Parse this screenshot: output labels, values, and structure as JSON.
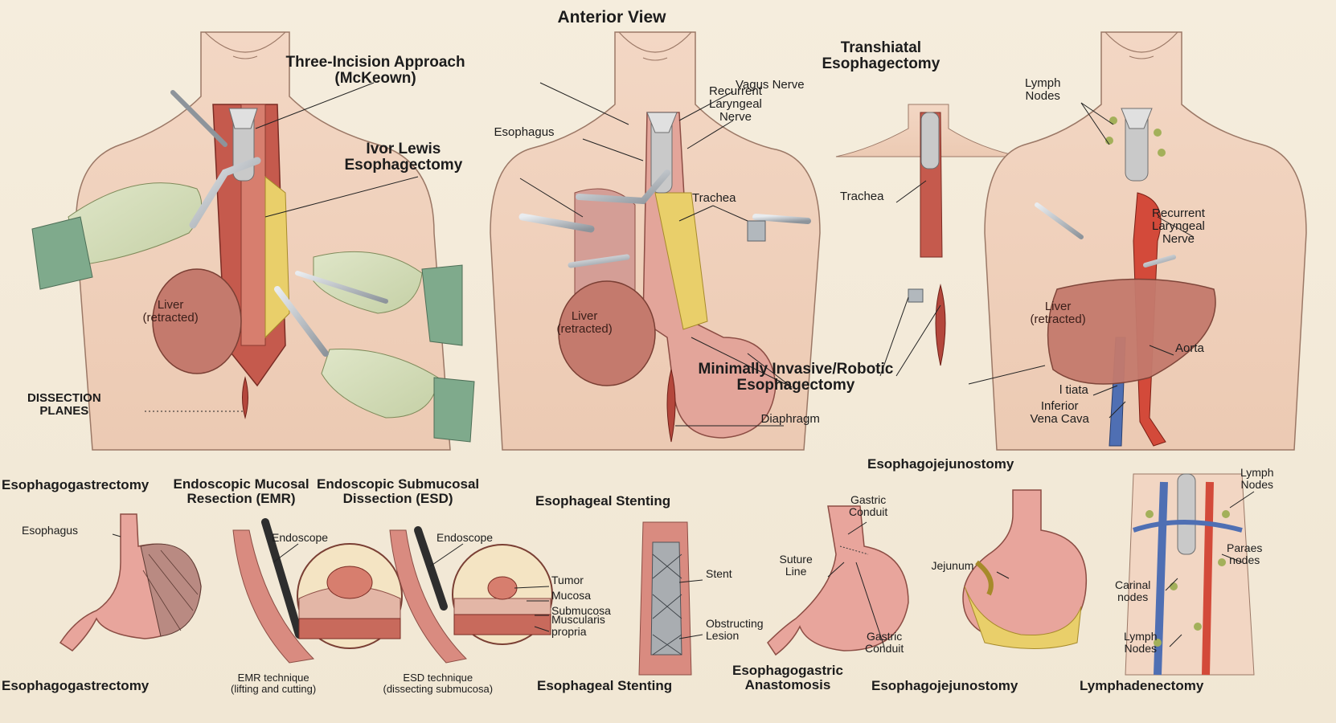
{
  "title": "Anterior View",
  "panels": {
    "mckeown": {
      "title": "Three-Incision Approach\n(McKeown)",
      "ivor": "Ivor Lewis\nEsophagectomy",
      "liver": "Liver\n(retracted)",
      "dissection": "DISSECTION\nPLANES"
    },
    "center": {
      "vagus": "Vagus Nerve",
      "recurrent": "Recurrent\nLaryngeal\nNerve",
      "esophagus": "Esophagus",
      "trachea": "Trachea",
      "liver": "Liver\n(retracted)",
      "diaphragm": "Diaphragm",
      "mis": "Minimally Invasive/Robotic\nEsophagectomy"
    },
    "transhiatal": {
      "title": "Transhiatal\nEsophagectomy",
      "trachea": "Trachea"
    },
    "right": {
      "lymph": "Lymph\nNodes",
      "recurrent": "Recurrent\nLaryngeal\nNerve",
      "liver": "Liver\n(retracted)",
      "aorta": "Aorta",
      "ltiata": "l tiata",
      "ivc": "Inferior\nVena Cava"
    },
    "bottom": {
      "eg_title": "Esophagogastrectomy",
      "eg_esophagus": "Esophagus",
      "eg_caption": "Esophagogastrectomy",
      "emr_title": "Endoscopic Mucosal\nResection (EMR)",
      "emr_endoscope": "Endoscope",
      "emr_caption": "EMR technique\n(lifting and cutting)",
      "esd_title": "Endoscopic Submucosal\nDissection (ESD)",
      "esd_endoscope": "Endoscope",
      "esd_tumor": "Tumor",
      "esd_mucosa": "Mucosa",
      "esd_submucosa": "Submucosa",
      "esd_muscularis": "Muscularis\npropria",
      "esd_caption": "ESD technique\n(dissecting submucosa)",
      "stent_title": "Esophageal Stenting",
      "stent_stent": "Stent",
      "stent_lesion": "Obstructing\nLesion",
      "stent_caption": "Esophageal Stenting",
      "anast_conduit1": "Gastric\nConduit",
      "anast_suture": "Suture\nLine",
      "anast_conduit2": "Gastric\nConduit",
      "anast_caption": "Esophagogastric\nAnastomosis",
      "ej_title": "Esophagojejunostomy",
      "ej_jejunum": "Jejunum",
      "ej_caption": "Esophagojejunostomy",
      "lymph_nodes1": "Lymph\nNodes",
      "lymph_paraes": "Paraes\nnodes",
      "lymph_carinal": "Carinal\nnodes",
      "lymph_nodes2": "Lymph\nNodes",
      "lymph_caption": "Lymphadenectomy"
    }
  }
}
